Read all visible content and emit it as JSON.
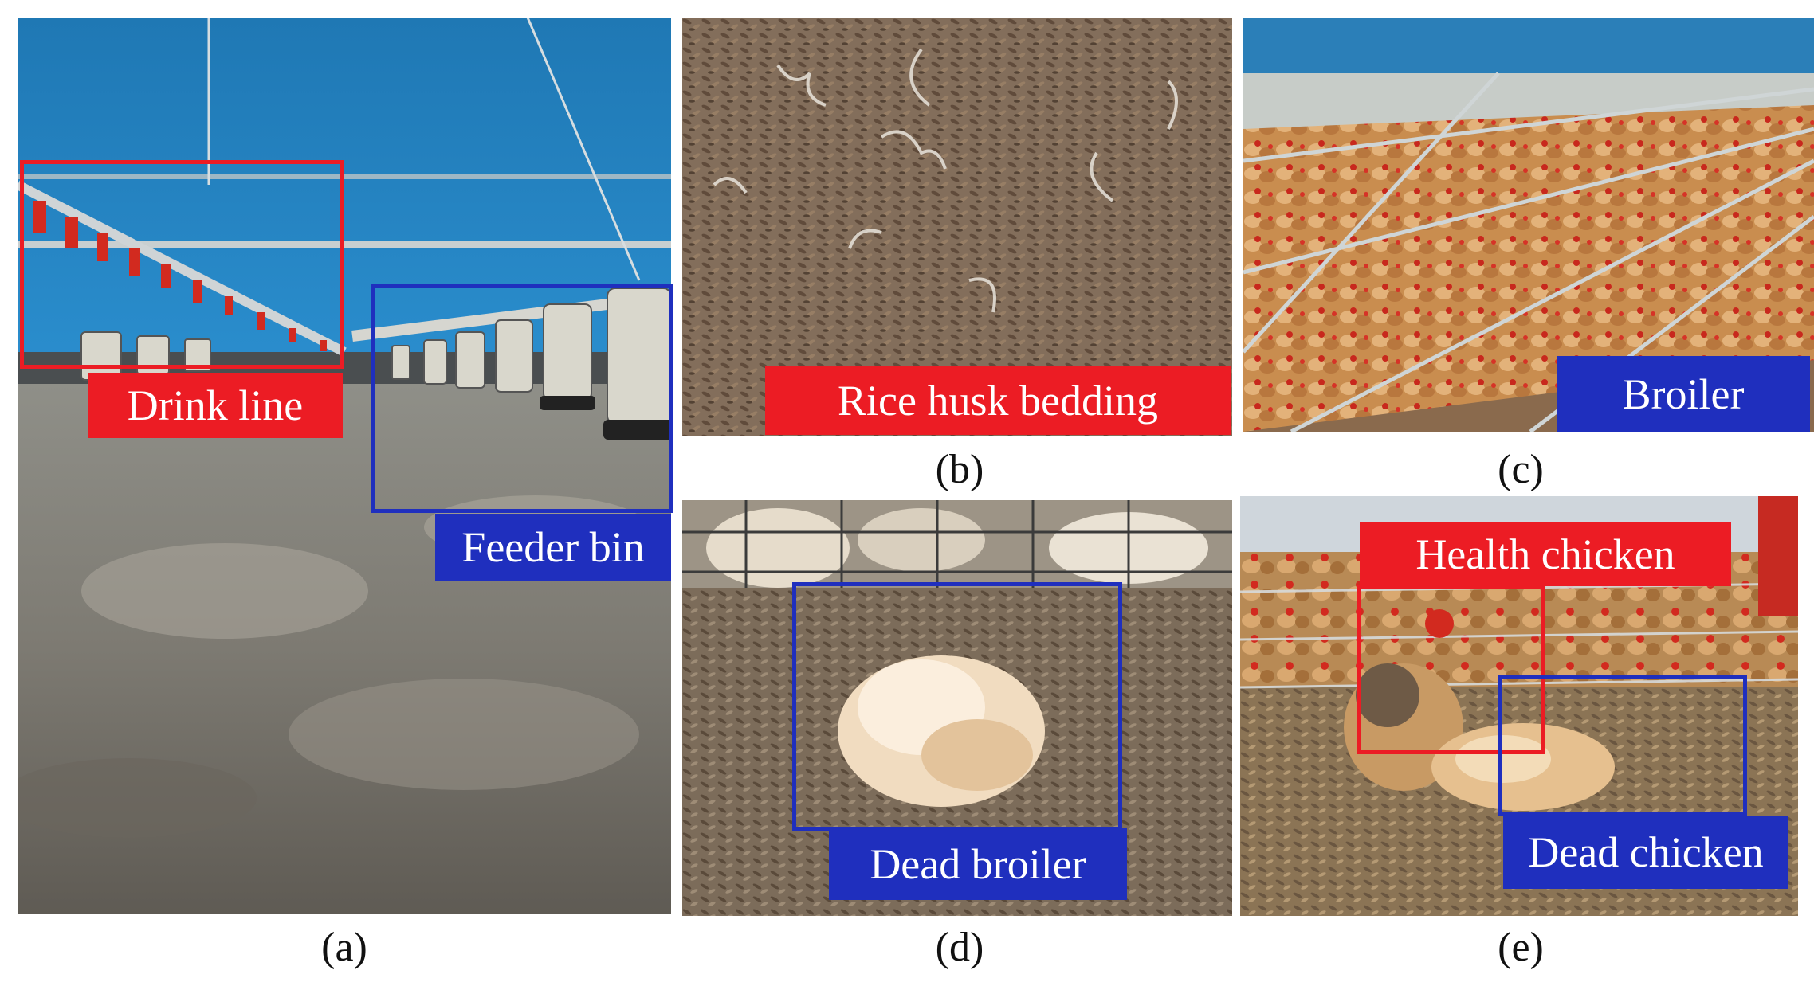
{
  "colors": {
    "label_red": "#ec1c24",
    "label_blue": "#1f2fbe",
    "box_red": "#ec1c24",
    "box_blue": "#1f2fbe"
  },
  "panels": {
    "a": {
      "caption": "(a)",
      "labels": {
        "drink": "Drink line",
        "feeder": "Feeder bin"
      }
    },
    "b": {
      "caption": "(b)",
      "labels": {
        "bedding": "Rice husk bedding"
      }
    },
    "c": {
      "caption": "(c)",
      "labels": {
        "broiler": "Broiler"
      }
    },
    "d": {
      "caption": "(d)",
      "labels": {
        "dead": "Dead broiler"
      }
    },
    "e": {
      "caption": "(e)",
      "labels": {
        "health": "Health chicken",
        "dead": "Dead chicken"
      }
    }
  }
}
